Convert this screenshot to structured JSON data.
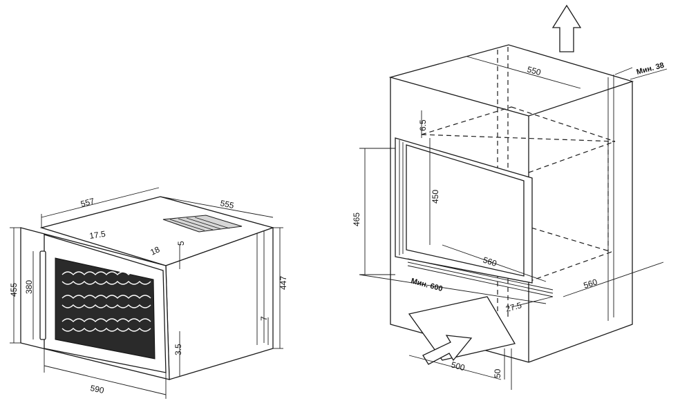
{
  "left_unit": {
    "dims": {
      "d557": "557",
      "d555": "555",
      "d17_5": "17.5",
      "d18": "18",
      "d5": "5",
      "d455": "455",
      "d380": "380",
      "d590": "590",
      "d3_5": "3.5",
      "d7": "7",
      "d447": "447"
    }
  },
  "right_niche": {
    "dims": {
      "d550": "550",
      "min38": "Мин. 38",
      "d6_5": "6.5",
      "d450": "450",
      "d465": "465",
      "d560": "560",
      "d560b": "560",
      "min600": "Мин. 600",
      "d27_5": "27.5",
      "d500": "500",
      "d50": "50"
    }
  }
}
